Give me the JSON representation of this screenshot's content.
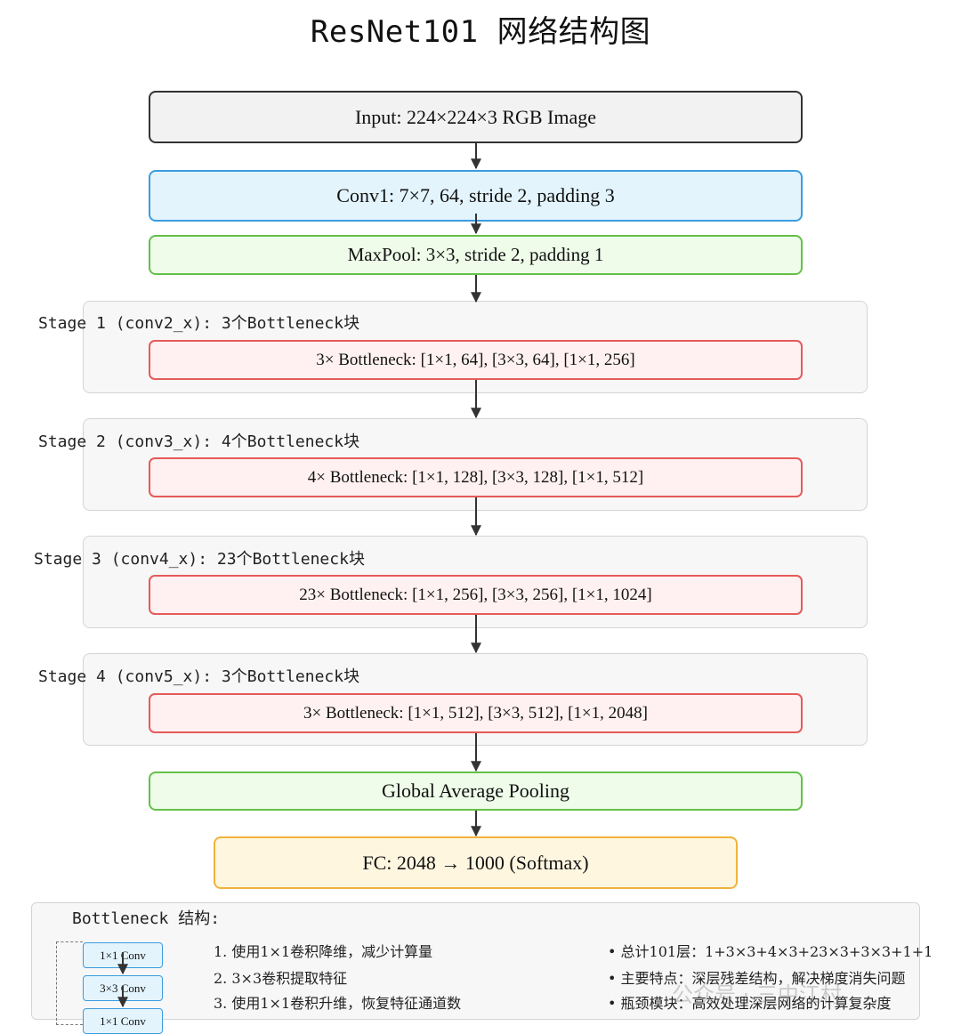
{
  "title": "ResNet101 网络结构图",
  "input": "Input: 224×224×3 RGB Image",
  "conv1": "Conv1: 7×7, 64, stride 2, padding 3",
  "maxpool": "MaxPool: 3×3, stride 2, padding 1",
  "stages": [
    {
      "title": "Stage 1 (conv2_x): 3个Bottleneck块",
      "block": "3× Bottleneck: [1×1, 64], [3×3, 64], [1×1, 256]"
    },
    {
      "title": "Stage 2 (conv3_x): 4个Bottleneck块",
      "block": "4× Bottleneck: [1×1, 128], [3×3, 128], [1×1, 512]"
    },
    {
      "title": "Stage 3 (conv4_x): 23个Bottleneck块",
      "block": "23× Bottleneck: [1×1, 256], [3×3, 256], [1×1, 1024]"
    },
    {
      "title": "Stage 4 (conv5_x): 3个Bottleneck块",
      "block": "3× Bottleneck: [1×1, 512], [3×3, 512], [1×1, 2048]"
    }
  ],
  "gap": "Global Average Pooling",
  "fc": "FC: 2048 → 1000 (Softmax)",
  "legend": {
    "title": "Bottleneck 结构:",
    "mini_blocks": [
      "1×1 Conv",
      "3×3 Conv",
      "1×1 Conv"
    ],
    "steps": [
      "1.  使用1×1卷积降维，减少计算量",
      "2.  3×3卷积提取特征",
      "3.  使用1×1卷积升维，恢复特征通道数"
    ],
    "notes": [
      "•  总计101层：1+3×3+4×3+23×3+3×3+1+1",
      "•  主要特点：深层残差结构，解决梯度消失问题",
      "•  瓶颈模块：高效处理深层网络的计算复杂度"
    ]
  },
  "watermark": "公众号 · 三中江村",
  "colors": {
    "stage_bg": "#f7f7f7",
    "conv_blue": "#3a9ce0",
    "pool_green": "#64c04a",
    "bottleneck_red": "#e65a5a",
    "fc_orange": "#f0b33a"
  }
}
